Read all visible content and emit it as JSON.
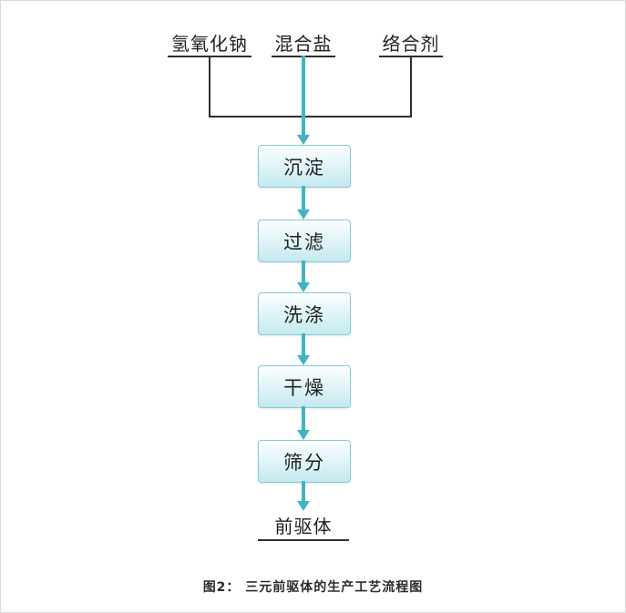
{
  "diagram": {
    "inputs": [
      {
        "label": "氢氧化钠"
      },
      {
        "label": "混合盐"
      },
      {
        "label": "络合剂"
      }
    ],
    "steps": [
      "沉淀",
      "过滤",
      "洗涤",
      "干燥",
      "筛分"
    ],
    "output_label": "前驱体",
    "caption": "图2：  三元前驱体的生产工艺流程图",
    "colors": {
      "arrow": "#3fb4c3",
      "box_border": "#85ccd6",
      "box_fill": "#c4e9f0",
      "connector_line": "#2e2e2e",
      "label_text": "#1f1f1f",
      "caption_text": "#2b2b2b"
    }
  }
}
